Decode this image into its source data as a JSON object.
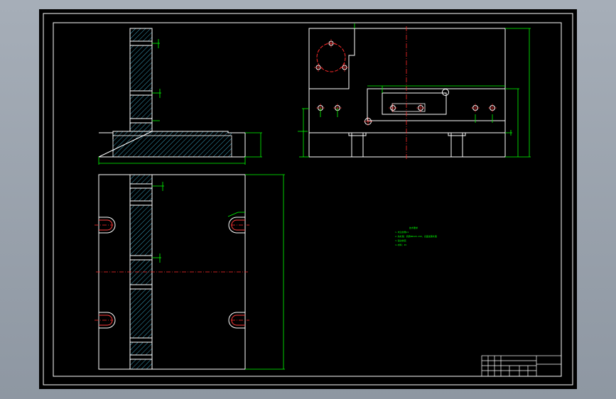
{
  "notes": {
    "heading": "技术要求",
    "lines": [
      "1.未注倒角C1",
      "2.热处理：调质HB220-250，表面发黑处理",
      "3.锐边倒钝",
      "4.材料：45"
    ]
  },
  "colors": {
    "background": "#000000",
    "outline": "#ffffff",
    "dimension": "#00ff00",
    "centerline": "#ff0000",
    "hatch": "#00c8ff",
    "border": "#ffffff"
  }
}
